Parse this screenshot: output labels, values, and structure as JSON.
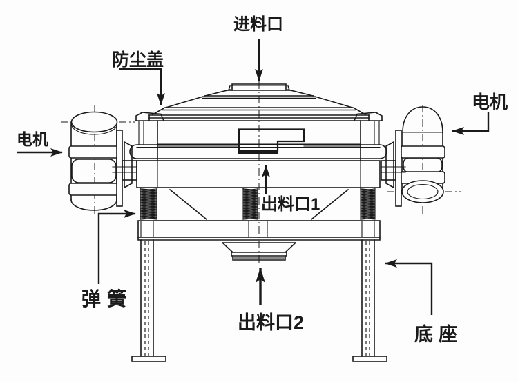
{
  "diagram": {
    "type": "technical-line-drawing",
    "subject": "vibrating sieve machine front view"
  },
  "labels": {
    "feed_inlet": "进料口",
    "dust_cover": "防尘盖",
    "motor_left": "电机",
    "motor_right": "电机",
    "discharge_port_1": "出料口1",
    "discharge_port_2": "出料口2",
    "spring": "弹簧",
    "base": "底座"
  },
  "colors": {
    "line": "#1a1a1a",
    "background": "#fdfdfd"
  }
}
